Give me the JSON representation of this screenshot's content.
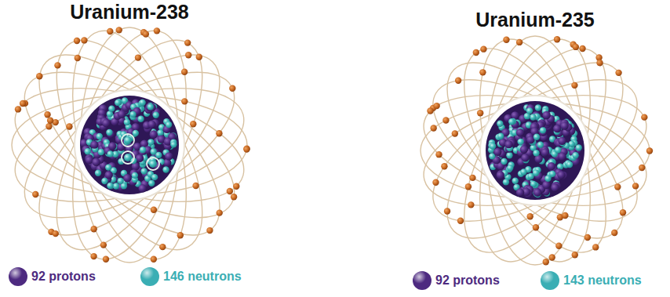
{
  "diagram": {
    "nodes": [
      {
        "text": [
          "Uranium-238"
        ]
      },
      {
        "text": [
          "Uranium-235"
        ]
      }
    ],
    "legend": [
      {
        "text": "92 protons",
        "color": "#4d2a80"
      },
      {
        "text": "146 neutrons",
        "color": "#3aaeb4"
      },
      {
        "text": "92 protons",
        "color": "#4d2a80"
      },
      {
        "text": "143 neutrons",
        "color": "#3aaeb4"
      }
    ]
  }
}
